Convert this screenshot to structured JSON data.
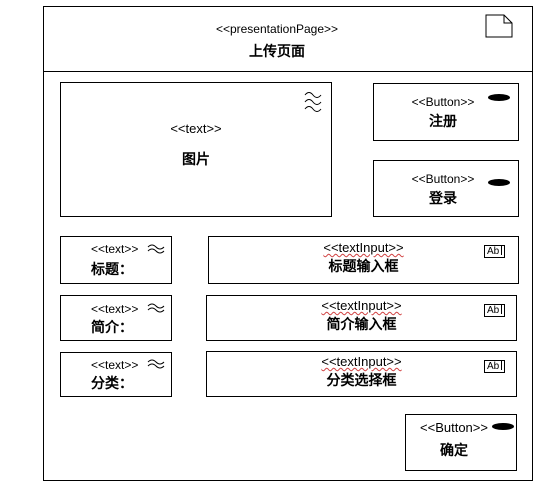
{
  "page": {
    "stereotype": "<<presentationPage>>",
    "title": "上传页面"
  },
  "image_block": {
    "stereotype": "<<text>>",
    "label": "图片"
  },
  "buttons": {
    "register": {
      "stereotype": "<<Button>>",
      "label": "注册"
    },
    "login": {
      "stereotype": "<<Button>>",
      "label": "登录"
    },
    "confirm": {
      "stereotype": "<<Button>>",
      "label": "确定"
    }
  },
  "rows": [
    {
      "text_stereotype": "<<text>>",
      "text_label": "标题：",
      "input_stereotype": "<<textInput>>",
      "input_label": "标题输入框",
      "input_icon": "Ab"
    },
    {
      "text_stereotype": "<<text>>",
      "text_label": "简介：",
      "input_stereotype": "<<textInput>>",
      "input_label": "简介输入框",
      "input_icon": "Ab"
    },
    {
      "text_stereotype": "<<text>>",
      "text_label": "分类：",
      "input_stereotype": "<<textInput>>",
      "input_label": "分类选择框",
      "input_icon": "Ab"
    }
  ]
}
